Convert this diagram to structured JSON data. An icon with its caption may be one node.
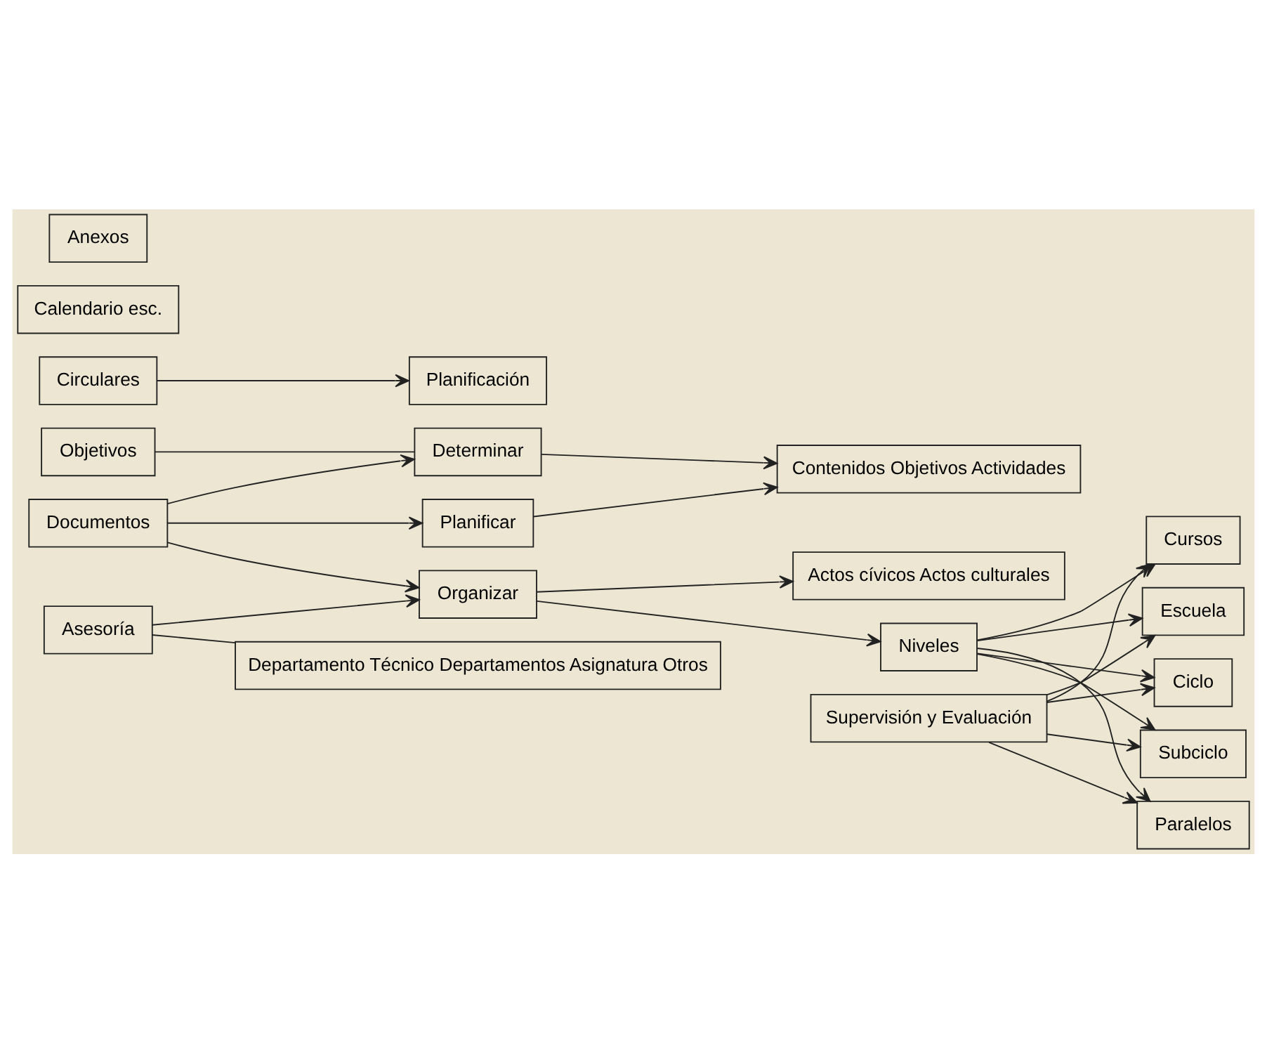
{
  "diagram": {
    "nodes": [
      {
        "text": [
          "Objetivos"
        ]
      },
      {
        "text": [
          "Planificación"
        ]
      },
      {
        "text": [
          "Determinar"
        ]
      },
      {
        "text": [
          "Contenidos Objetivos Actividades"
        ]
      },
      {
        "text": [
          "Calendario esc."
        ]
      },
      {
        "text": [
          "Circulares"
        ]
      },
      {
        "text": [
          "Planificar"
        ]
      },
      {
        "text": [
          "Documentos"
        ]
      },
      {
        "text": [
          "Anexos"
        ]
      },
      {
        "text": [
          "Organizar"
        ]
      },
      {
        "text": [
          "Actos cívicos Actos culturales"
        ]
      },
      {
        "text": [
          "Asesoría"
        ]
      },
      {
        "text": [
          "Niveles"
        ]
      },
      {
        "text": [
          "Escuela"
        ]
      },
      {
        "text": [
          "Ciclo"
        ]
      },
      {
        "text": [
          "Departamento Técnico Departamentos Asignatura Otros"
        ]
      },
      {
        "text": [
          "Subciclo"
        ]
      },
      {
        "text": [
          "Supervisión y Evaluación"
        ]
      },
      {
        "text": [
          "Paralelos"
        ]
      },
      {
        "text": [
          "Cursos"
        ]
      }
    ],
    "edges": [
      {
        "from": 0,
        "to": 2,
        "arrow": "none"
      },
      {
        "from": 5,
        "to": 1,
        "arrow": "to"
      },
      {
        "from": 7,
        "to": 2,
        "arrow": "to"
      },
      {
        "from": 7,
        "to": 6,
        "arrow": "to"
      },
      {
        "from": 7,
        "to": 9,
        "arrow": "to"
      },
      {
        "from": 2,
        "to": 3,
        "arrow": "to"
      },
      {
        "from": 6,
        "to": 3,
        "arrow": "to"
      },
      {
        "from": 9,
        "to": 10,
        "arrow": "to"
      },
      {
        "from": 9,
        "to": 12,
        "arrow": "to"
      },
      {
        "from": 11,
        "to": 9,
        "arrow": "to"
      },
      {
        "from": 11,
        "to": 15,
        "arrow": "none"
      },
      {
        "from": 12,
        "to": 13,
        "arrow": "to"
      },
      {
        "from": 12,
        "to": 14,
        "arrow": "to"
      },
      {
        "from": 12,
        "to": 16,
        "arrow": "to"
      },
      {
        "from": 12,
        "to": 18,
        "arrow": "to"
      },
      {
        "from": 12,
        "to": 19,
        "arrow": "to"
      },
      {
        "from": 17,
        "to": 13,
        "arrow": "to"
      },
      {
        "from": 17,
        "to": 14,
        "arrow": "to"
      },
      {
        "from": 17,
        "to": 16,
        "arrow": "to"
      },
      {
        "from": 17,
        "to": 18,
        "arrow": "to"
      },
      {
        "from": 17,
        "to": 19,
        "arrow": "to"
      }
    ]
  }
}
